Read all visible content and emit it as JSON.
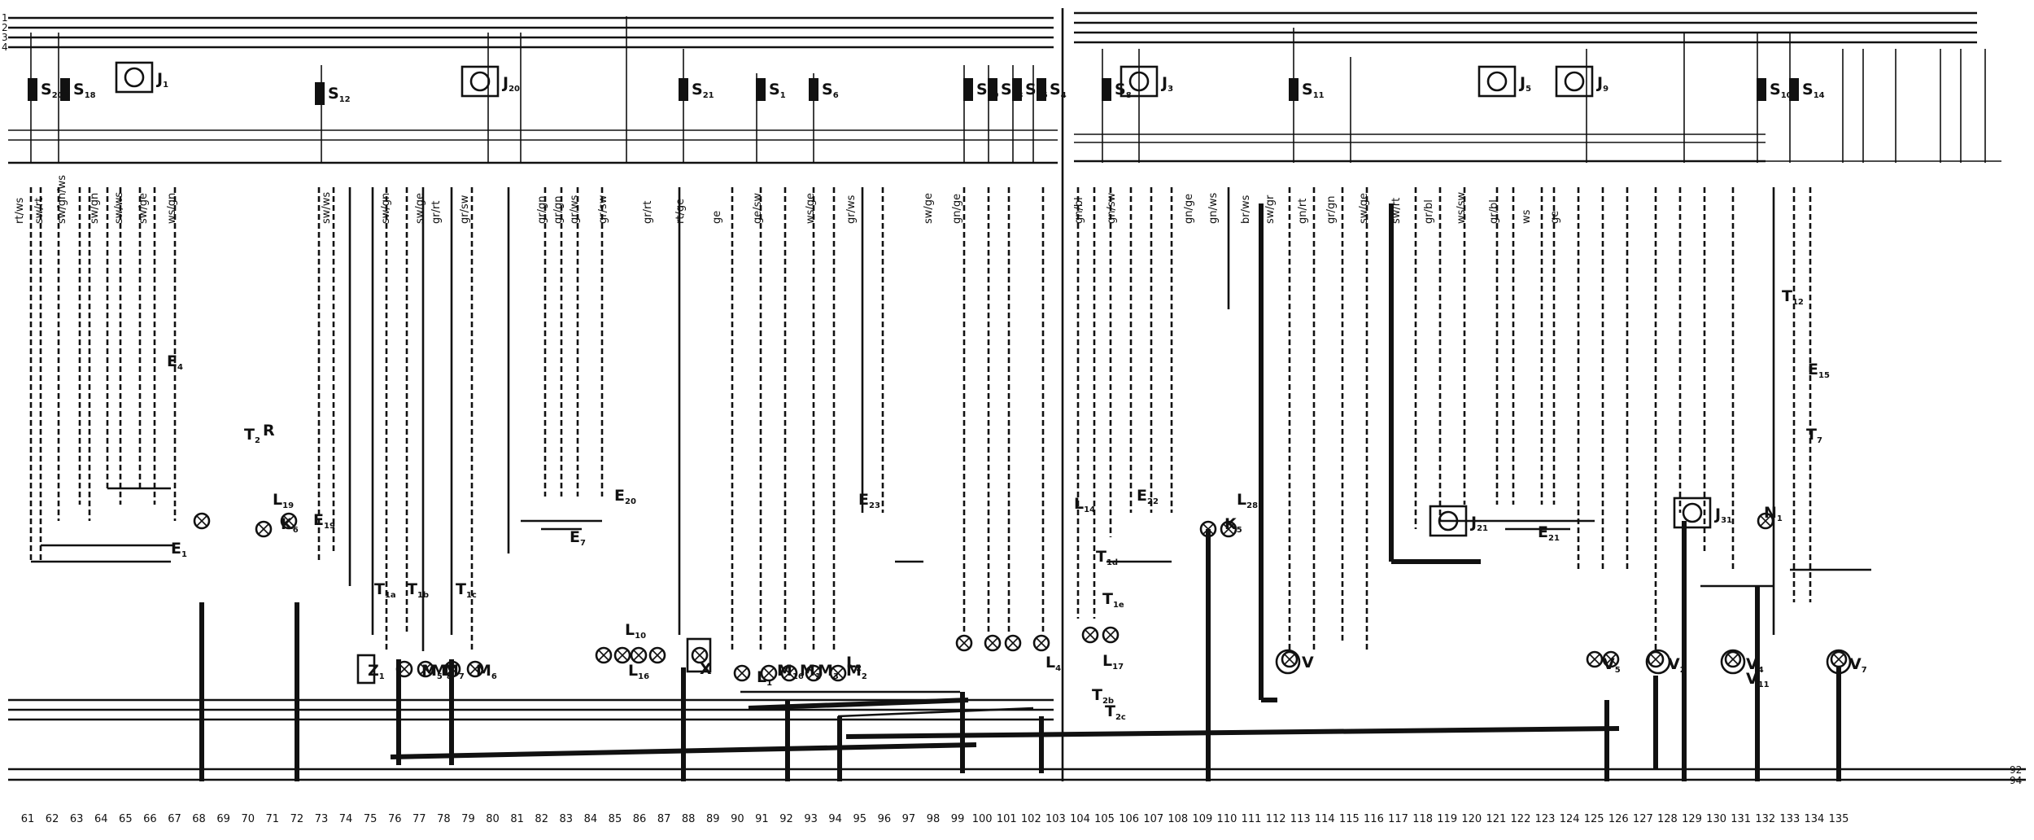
{
  "diagram": {
    "bottom_numbers": [
      "61",
      "62",
      "63",
      "64",
      "65",
      "66",
      "67",
      "68",
      "69",
      "70",
      "71",
      "72",
      "73",
      "74",
      "75",
      "76",
      "77",
      "78",
      "79",
      "80",
      "81",
      "82",
      "83",
      "84",
      "85",
      "86",
      "87",
      "88",
      "89",
      "90",
      "91",
      "92",
      "93",
      "94",
      "95",
      "96",
      "97",
      "98",
      "99",
      "100",
      "101",
      "102",
      "103",
      "104",
      "105",
      "106",
      "107",
      "108",
      "109",
      "110",
      "111",
      "112",
      "113",
      "114",
      "115",
      "116",
      "117",
      "118",
      "119",
      "120",
      "121",
      "122",
      "123",
      "124",
      "125",
      "126",
      "127",
      "128",
      "129",
      "130",
      "131",
      "132",
      "133",
      "134",
      "135"
    ],
    "right_edge_labels": [
      "92",
      "94"
    ],
    "left_edge_labels": [
      "1",
      "2",
      "3",
      "4"
    ],
    "fuses": [
      {
        "id": "s1",
        "main": "S",
        "sub": "20"
      },
      {
        "id": "s2",
        "main": "S",
        "sub": "18"
      },
      {
        "id": "s3",
        "main": "S",
        "sub": "12"
      },
      {
        "id": "s4",
        "main": "S",
        "sub": "21"
      },
      {
        "id": "s5",
        "main": "S",
        "sub": "1"
      },
      {
        "id": "s6",
        "main": "S",
        "sub": "6"
      },
      {
        "id": "s7",
        "main": "S",
        "sub": "19"
      },
      {
        "id": "s8",
        "main": "S",
        "sub": "23"
      },
      {
        "id": "s9",
        "main": "S",
        "sub": "16"
      },
      {
        "id": "s10",
        "main": "S",
        "sub": "4"
      },
      {
        "id": "s11",
        "main": "S",
        "sub": "8"
      },
      {
        "id": "s12",
        "main": "S",
        "sub": "11"
      },
      {
        "id": "s13",
        "main": "S",
        "sub": "10"
      },
      {
        "id": "s14",
        "main": "S",
        "sub": "14"
      }
    ],
    "relays": [
      {
        "id": "j1",
        "main": "J",
        "sub": "1"
      },
      {
        "id": "j2",
        "main": "J",
        "sub": "20"
      },
      {
        "id": "j3",
        "main": "J",
        "sub": "3"
      },
      {
        "id": "j4",
        "main": "J",
        "sub": "5"
      },
      {
        "id": "j5",
        "main": "J",
        "sub": "9"
      },
      {
        "id": "j6",
        "main": "J",
        "sub": "21"
      },
      {
        "id": "j7",
        "main": "J",
        "sub": "31"
      }
    ],
    "components": [
      {
        "id": "e1",
        "main": "E",
        "sub": "1"
      },
      {
        "id": "e2",
        "main": "E",
        "sub": "4"
      },
      {
        "id": "e3",
        "main": "E",
        "sub": "7"
      },
      {
        "id": "e4",
        "main": "E",
        "sub": "19"
      },
      {
        "id": "e5",
        "main": "E",
        "sub": "20"
      },
      {
        "id": "e6",
        "main": "E",
        "sub": "23"
      },
      {
        "id": "e7",
        "main": "E",
        "sub": "21"
      },
      {
        "id": "e8",
        "main": "E",
        "sub": "15"
      },
      {
        "id": "e9",
        "main": "E",
        "sub": "22"
      },
      {
        "id": "r",
        "main": "R",
        "sub": ""
      },
      {
        "id": "x",
        "main": "X",
        "sub": ""
      },
      {
        "id": "z",
        "main": "Z",
        "sub": "1"
      },
      {
        "id": "k1",
        "main": "K",
        "sub": "6"
      },
      {
        "id": "k2",
        "main": "K",
        "sub": "5"
      },
      {
        "id": "l1",
        "main": "L",
        "sub": "19"
      },
      {
        "id": "l2",
        "main": "L",
        "sub": "16"
      },
      {
        "id": "l3",
        "main": "L",
        "sub": "10"
      },
      {
        "id": "l4",
        "main": "L",
        "sub": "1"
      },
      {
        "id": "l5",
        "main": "L",
        "sub": "2"
      },
      {
        "id": "l6",
        "main": "L",
        "sub": "4"
      },
      {
        "id": "l7",
        "main": "L",
        "sub": "17"
      },
      {
        "id": "l8",
        "main": "L",
        "sub": "28"
      },
      {
        "id": "l9",
        "main": "L",
        "sub": "14"
      },
      {
        "id": "m1",
        "main": "M",
        "sub": "5"
      },
      {
        "id": "m2",
        "main": "M",
        "sub": "8"
      },
      {
        "id": "m3",
        "main": "M",
        "sub": "7"
      },
      {
        "id": "m4",
        "main": "M",
        "sub": "6"
      },
      {
        "id": "m5",
        "main": "M",
        "sub": "16"
      },
      {
        "id": "m6",
        "main": "M",
        "sub": "1"
      },
      {
        "id": "m7",
        "main": "M",
        "sub": "3"
      },
      {
        "id": "m8",
        "main": "M",
        "sub": "2"
      },
      {
        "id": "v1",
        "main": "V",
        "sub": ""
      },
      {
        "id": "v2",
        "main": "V",
        "sub": "5"
      },
      {
        "id": "v3",
        "main": "V",
        "sub": "2"
      },
      {
        "id": "v4",
        "main": "V",
        "sub": "4"
      },
      {
        "id": "v5",
        "main": "V",
        "sub": "11"
      },
      {
        "id": "v6",
        "main": "V",
        "sub": "7"
      },
      {
        "id": "n1",
        "main": "N",
        "sub": "1"
      },
      {
        "id": "t1",
        "main": "T",
        "sub": "2"
      },
      {
        "id": "t2",
        "main": "T",
        "sub": "1a"
      },
      {
        "id": "t3",
        "main": "T",
        "sub": "1b"
      },
      {
        "id": "t4",
        "main": "T",
        "sub": "1c"
      },
      {
        "id": "t5",
        "main": "T",
        "sub": "1d"
      },
      {
        "id": "t6",
        "main": "T",
        "sub": "1e"
      },
      {
        "id": "t7",
        "main": "T",
        "sub": "2b"
      },
      {
        "id": "t8",
        "main": "T",
        "sub": "2c"
      },
      {
        "id": "t9",
        "main": "T",
        "sub": "12"
      },
      {
        "id": "t10",
        "main": "T",
        "sub": "7"
      }
    ],
    "wire_colors": [
      {
        "id": "c1",
        "text": "rt/ws"
      },
      {
        "id": "c2",
        "text": "sw/rt"
      },
      {
        "id": "c3",
        "text": "sw/gn/ws"
      },
      {
        "id": "c4",
        "text": "sw/gn"
      },
      {
        "id": "c5",
        "text": "sw/ws"
      },
      {
        "id": "c6",
        "text": "sw/ge"
      },
      {
        "id": "c7",
        "text": "ws/gn"
      },
      {
        "id": "c8",
        "text": "sw/ws"
      },
      {
        "id": "c9",
        "text": "sw/gn"
      },
      {
        "id": "c10",
        "text": "sw/ge"
      },
      {
        "id": "c11",
        "text": "gr/rt"
      },
      {
        "id": "c12",
        "text": "gr/sw"
      },
      {
        "id": "c13",
        "text": "gr/gn"
      },
      {
        "id": "c14",
        "text": "gr/gn"
      },
      {
        "id": "c15",
        "text": "gr/ws"
      },
      {
        "id": "c16",
        "text": "gr/sw"
      },
      {
        "id": "c17",
        "text": "gr/rt"
      },
      {
        "id": "c18",
        "text": "rt/ge"
      },
      {
        "id": "c19",
        "text": "ge"
      },
      {
        "id": "c20",
        "text": "ge/sw"
      },
      {
        "id": "c21",
        "text": "ws/ge"
      },
      {
        "id": "c22",
        "text": "gr/ws"
      },
      {
        "id": "c23",
        "text": "sw/ge"
      },
      {
        "id": "c24",
        "text": "gn/ge"
      },
      {
        "id": "c25",
        "text": "gn/bl"
      },
      {
        "id": "c26",
        "text": "gn/sw"
      },
      {
        "id": "c27",
        "text": "gn/ge"
      },
      {
        "id": "c28",
        "text": "gn/ws"
      },
      {
        "id": "c29",
        "text": "br/ws"
      },
      {
        "id": "c30",
        "text": "sw/gr"
      },
      {
        "id": "c31",
        "text": "gn/rt"
      },
      {
        "id": "c32",
        "text": "gr/gn"
      },
      {
        "id": "c33",
        "text": "sw/ge"
      },
      {
        "id": "c34",
        "text": "sw/rt"
      },
      {
        "id": "c35",
        "text": "gr/bl"
      },
      {
        "id": "c36",
        "text": "ws/sw"
      },
      {
        "id": "c37",
        "text": "gr/bl"
      },
      {
        "id": "c38",
        "text": "ws"
      },
      {
        "id": "c39",
        "text": "ge"
      }
    ]
  }
}
